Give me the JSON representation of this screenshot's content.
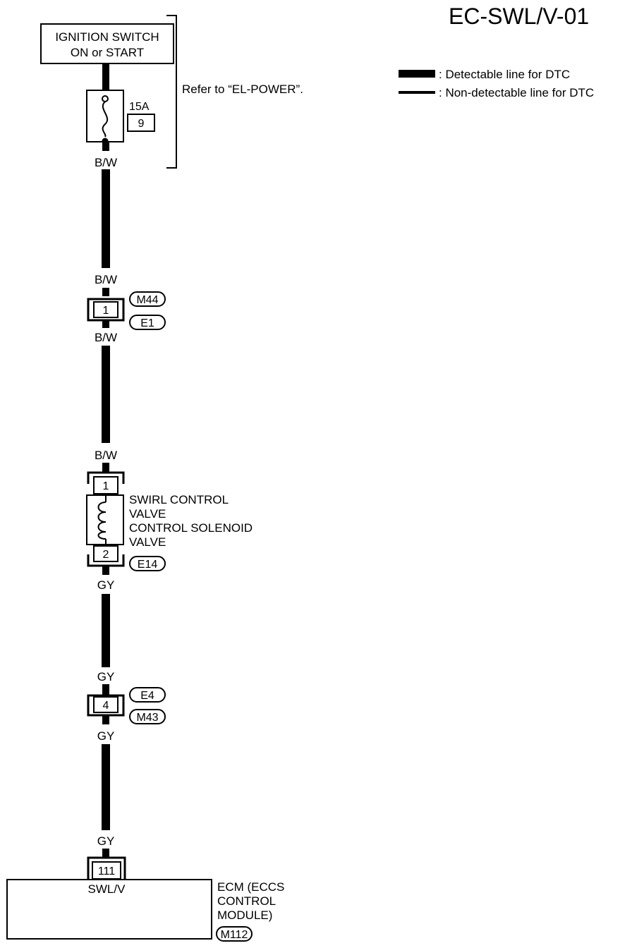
{
  "header": {
    "page_code": "EC-SWL/V-01"
  },
  "legend": {
    "detectable": ": Detectable line for DTC",
    "non_detectable": ": Non-detectable line for DTC"
  },
  "power": {
    "switch_line1": "IGNITION SWITCH",
    "switch_line2": "ON or START",
    "fuse_rating": "15A",
    "fuse_number": "9",
    "refer_note": "Refer to “EL-POWER”."
  },
  "wires": {
    "bw_1": "B/W",
    "bw_2": "B/W",
    "bw_3": "B/W",
    "bw_4": "B/W",
    "gy_1": "GY",
    "gy_2": "GY",
    "gy_3": "GY",
    "gy_4": "GY"
  },
  "connectors": {
    "m44_e1": {
      "pin": "1",
      "upper": "M44",
      "lower": "E1"
    },
    "e4_m43": {
      "pin": "4",
      "upper": "E4",
      "lower": "M43"
    },
    "ecm_pin": "111"
  },
  "solenoid": {
    "pin_top": "1",
    "pin_bottom": "2",
    "name_line1": "SWIRL CONTROL",
    "name_line2": "VALVE",
    "name_line3": "CONTROL SOLENOID",
    "name_line4": "VALVE",
    "connector": "E14"
  },
  "ecm": {
    "terminal": "SWL/V",
    "name_line1": "ECM (ECCS",
    "name_line2": "CONTROL",
    "name_line3": "MODULE)",
    "connector": "M112"
  }
}
